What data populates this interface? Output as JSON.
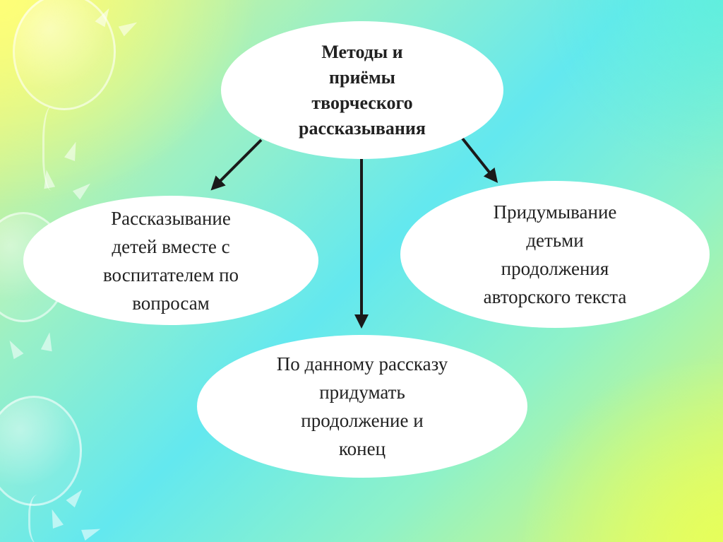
{
  "diagram": {
    "center": {
      "label": "Методы и\nприёмы\nтворческого\nрассказывания"
    },
    "nodes": [
      {
        "id": "left",
        "label": "Рассказывание\nдетей вместе с\nвоспитателем по\nвопросам"
      },
      {
        "id": "right",
        "label": "Придумывание\nдетьми\nпродолжения\nавторского текста"
      },
      {
        "id": "bottom",
        "label": "По данному рассказу\nпридумать\nпродолжение и\nконец"
      }
    ]
  },
  "colors": {
    "node_fill": "#ffffff",
    "arrow": "#1a1a1a",
    "text": "#222222"
  }
}
